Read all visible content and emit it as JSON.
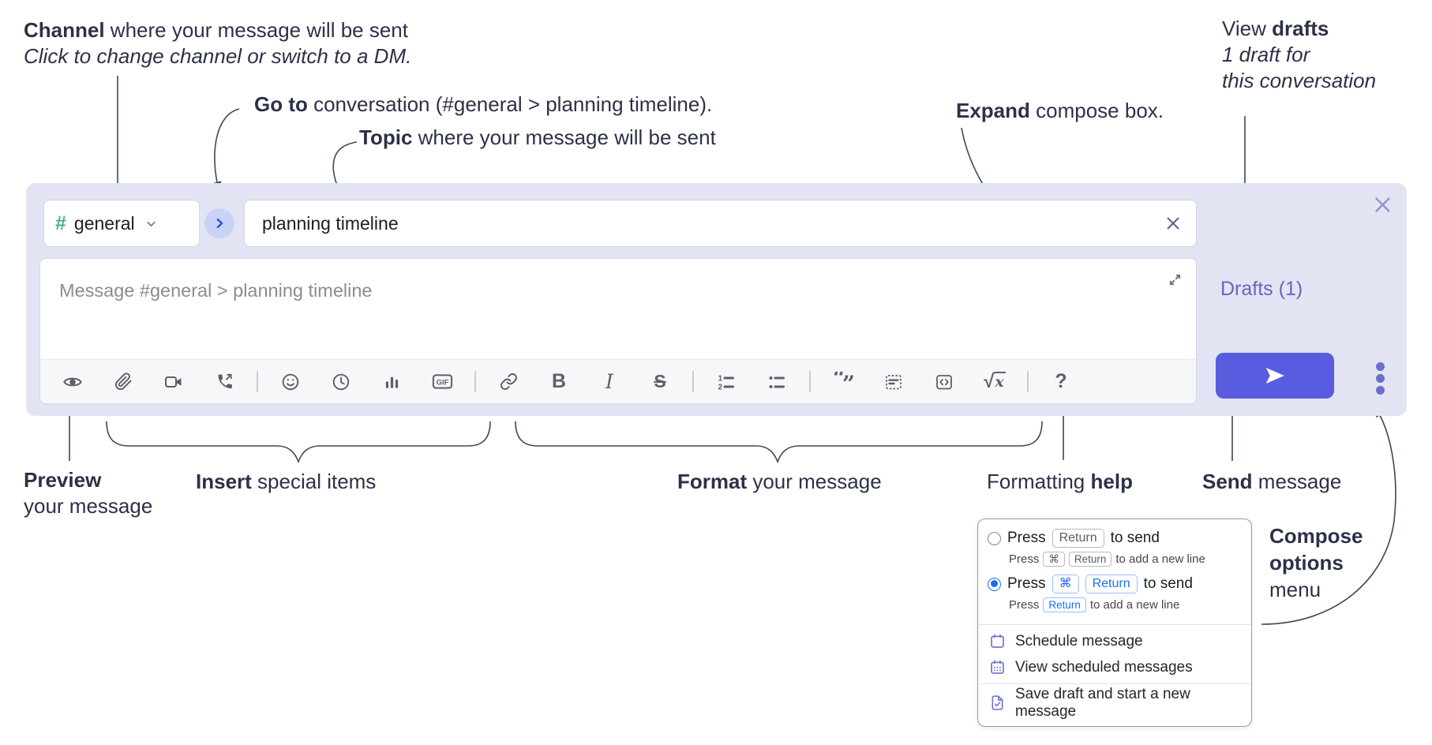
{
  "annotations": {
    "channel": {
      "bold": "Channel",
      "rest": " where your message will be sent",
      "line2": "Click to change channel or switch to a DM."
    },
    "goto": {
      "bold": "Go to",
      "rest": " conversation (#general > planning timeline)."
    },
    "topic": {
      "bold": "Topic",
      "rest": " where your message will be sent"
    },
    "expand": {
      "bold": "Expand",
      "rest": " compose box."
    },
    "view_drafts": {
      "pre": "View ",
      "bold": "drafts",
      "line2": "1 draft for",
      "line3": "this conversation"
    },
    "preview": {
      "bold": "Preview",
      "line2": "your message"
    },
    "insert": {
      "bold": "Insert",
      "rest": " special items"
    },
    "format": {
      "bold": "Format",
      "rest": " your message"
    },
    "formatting_help": {
      "pre": "Formatting ",
      "bold": "help"
    },
    "send": {
      "bold": "Send",
      "rest": " message"
    },
    "compose_options": {
      "line1": "Compose",
      "line2": "options",
      "line3": "menu"
    }
  },
  "composer": {
    "channel": {
      "hash": "#",
      "name": "general"
    },
    "topic_value": "planning timeline",
    "message_placeholder": "Message #general > planning timeline",
    "drafts_link": "Drafts (1)",
    "toolbar": {
      "bold": "B",
      "italic": "I",
      "strike": "S",
      "gif": "GIF",
      "ordered_1": "1",
      "ordered_2": "2",
      "quote_open": "“",
      "quote_close": "”",
      "sqrt": "√",
      "x": "x",
      "help": "?"
    }
  },
  "compose_menu": {
    "option_return": {
      "press": "Press",
      "key_return": "Return",
      "tail": "to send",
      "sub_press": "Press",
      "sub_key_cmd": "⌘",
      "sub_key_return": "Return",
      "sub_tail": "to add a new line"
    },
    "option_cmd_return": {
      "press": "Press",
      "key_cmd": "⌘",
      "key_return": "Return",
      "tail": "to send",
      "sub_press": "Press",
      "sub_key_return": "Return",
      "sub_tail": "to add a new line"
    },
    "schedule": "Schedule message",
    "view_scheduled": "View scheduled messages",
    "save_draft": "Save draft and start a new message"
  },
  "colors": {
    "composer_bg": "#e2e4f3",
    "send_button": "#5a5ce0",
    "drafts_link": "#6468bd",
    "channel_hash_green": "#4fb07e",
    "goto_chevron_blue": "#2d52d8",
    "goto_circle_bg": "#c9d3f6",
    "radio_selected_blue": "#1b6ef3",
    "menu_icon_purple": "#7477ce",
    "toolbar_icon_gray": "#5d6066",
    "annotation_text": "#2d3148"
  }
}
